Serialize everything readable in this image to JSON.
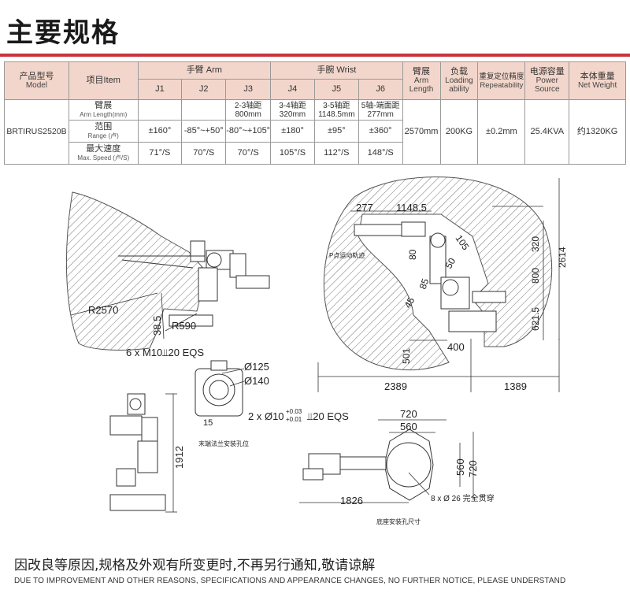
{
  "title": "主要规格",
  "table": {
    "model_zh": "产品型号",
    "model_en": "Model",
    "item_zh": "项目Item",
    "arm_group": "手臂 Arm",
    "wrist_group": "手腕 Wrist",
    "joints": [
      "J1",
      "J2",
      "J3",
      "J4",
      "J5",
      "J6"
    ],
    "reach_zh": "臂展",
    "reach_en1": "Arm",
    "reach_en2": "Length",
    "load_zh": "负载",
    "load_en1": "Loading",
    "load_en2": "ability",
    "repeat_zh": "重复定位精度",
    "repeat_en": "Repeatability",
    "power_zh": "电源容量",
    "power_en1": "Power",
    "power_en2": "Source",
    "weight_zh": "本体重量",
    "weight_en": "Net Weight",
    "model_value": "BRTIRUS2520B",
    "row_arm_zh": "臂展",
    "row_arm_en": "Arm Length(mm)",
    "row_range_zh": "范围",
    "row_range_en": "Range (卢)",
    "row_speed_zh": "最大速度",
    "row_speed_en": "Max. Speed (卢/S)",
    "arm_length": [
      "",
      "",
      "2-3轴距\n800mm",
      "3-4轴距\n320mm",
      "3-5轴距\n1148.5mm",
      "5轴-端面距\n277mm"
    ],
    "arm_length_lines": [
      [
        "",
        ""
      ],
      [
        "",
        ""
      ],
      [
        "2-3轴距",
        "800mm"
      ],
      [
        "3-4轴距",
        "320mm"
      ],
      [
        "3-5轴距",
        "1148.5mm"
      ],
      [
        "5轴-端面距",
        "277mm"
      ]
    ],
    "range": [
      "±160°",
      "-85°~+50°",
      "-80°~+105°",
      "±180°",
      "±95°",
      "±360°"
    ],
    "speed": [
      "71°/S",
      "70°/S",
      "70°/S",
      "105°/S",
      "112°/S",
      "148°/S"
    ],
    "reach_value": "2570mm",
    "load_value": "200KG",
    "repeat_value": "±0.2mm",
    "power_value": "25.4KVA",
    "weight_value": "约1320KG"
  },
  "diagram": {
    "r2570": "R2570",
    "d385": "38.5",
    "r590": "R590",
    "mount": "6 x M10⫫20 EQS",
    "d125": "Ø125",
    "d140": "Ø140",
    "pin": "2 x Ø10",
    "pin_tol_up": "+0.03",
    "pin_tol_dn": "+0.01",
    "pin_tail": "⫫20 EQS",
    "angle15": "15",
    "flange_note": "末端法兰安装孔位",
    "h1912": "1912",
    "d277": "277",
    "d1148": "1148.5",
    "d105": "105",
    "d80": "80",
    "d320": "320",
    "d800": "800",
    "d2614": "2614",
    "d50": "50",
    "d85": "85",
    "d45": "45",
    "d6215": "621.5",
    "d400": "400",
    "d501": "501",
    "d2389": "2389",
    "d1389": "1389",
    "trace_note": "P点运动轨迹",
    "d720a": "720",
    "d560a": "560",
    "d560b": "560",
    "d720b": "720",
    "d1826": "1826",
    "holes": "8 x Ø 26 完全贯穿",
    "base_note": "底座安装孔尺寸"
  },
  "footer": {
    "zh": "因改良等原因,规格及外观有所变更时,不再另行通知,敬请谅解",
    "en": "DUE TO IMPROVEMENT AND OTHER REASONS, SPECIFICATIONS AND APPEARANCE CHANGES, NO FURTHER NOTICE, PLEASE UNDERSTAND"
  }
}
